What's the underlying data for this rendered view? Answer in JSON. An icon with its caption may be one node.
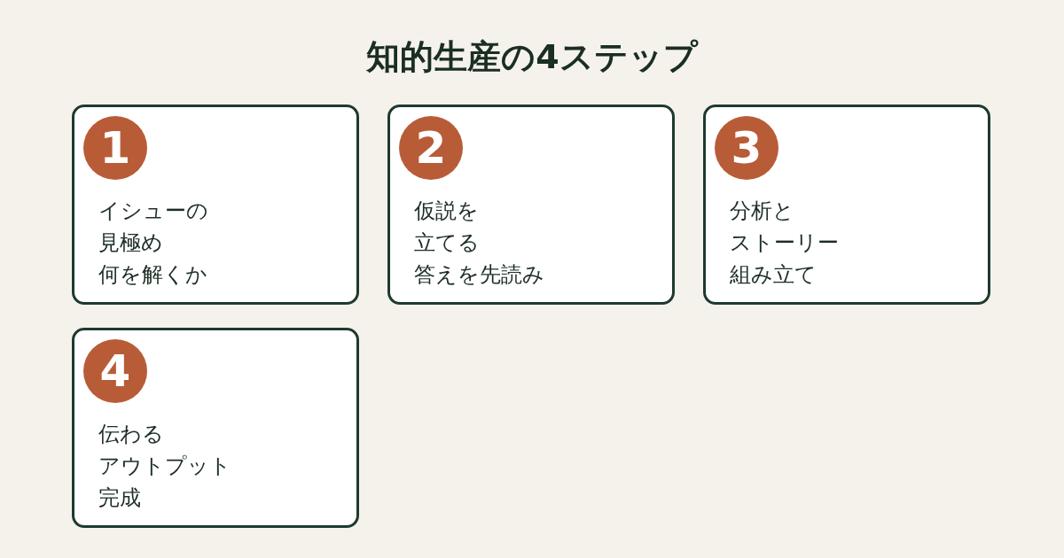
{
  "diagram": {
    "title": "知的生産の4ステップ",
    "nodes": [
      {
        "text": [
          "イシューの",
          "見極め",
          "何を解くか"
        ]
      },
      {
        "text": [
          "1"
        ],
        "in": 0
      },
      {
        "text": [
          "仮説を",
          "立てる",
          "答えを先読み"
        ]
      },
      {
        "text": [
          "2"
        ],
        "in": 2
      },
      {
        "text": [
          "分析と",
          "ストーリー",
          "組み立て"
        ]
      },
      {
        "text": [
          "3"
        ],
        "in": 4
      },
      {
        "text": [
          "伝わる",
          "アウトプット",
          "完成"
        ]
      },
      {
        "text": [
          "4"
        ],
        "in": 6
      }
    ]
  }
}
